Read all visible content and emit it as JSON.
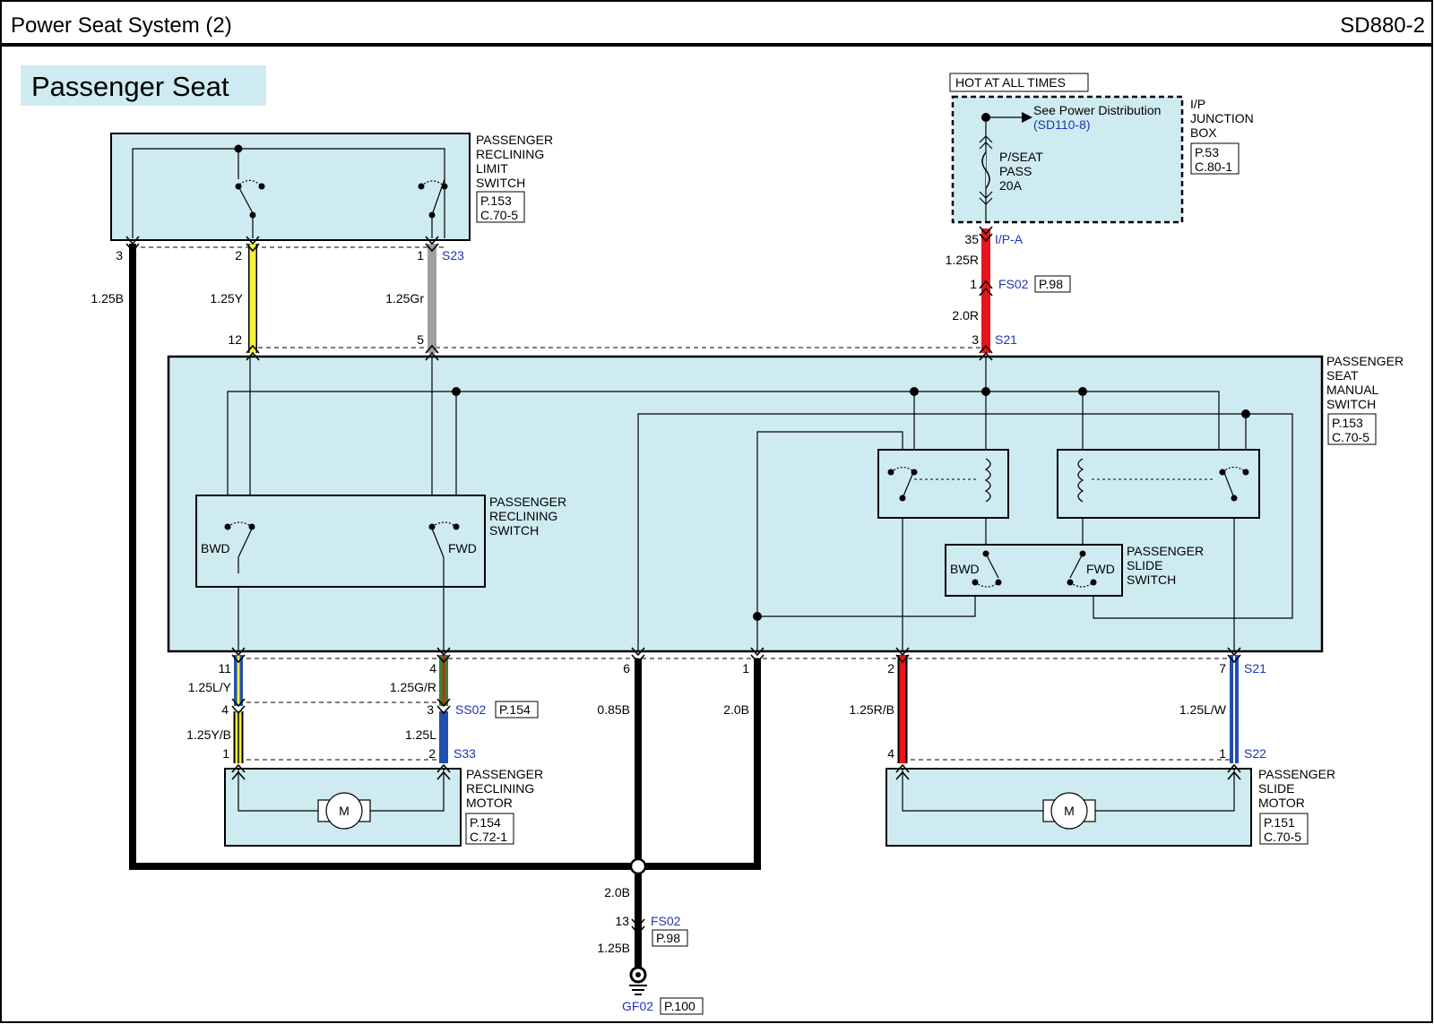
{
  "header": {
    "title": "Power Seat System (2)",
    "code": "SD880-2"
  },
  "section_title": "Passenger Seat",
  "colors": {
    "panel": "#cfebf2",
    "wire_black": "#000000",
    "wire_red": "#e8141c",
    "wire_yellow": "#f5f03a",
    "wire_gray": "#a0a0a0",
    "wire_blue": "#1f4fb0",
    "wire_green": "#2e8a2e",
    "ref_blue": "#1f35b0"
  },
  "components": {
    "limit_switch": {
      "name": [
        "PASSENGER",
        "RECLINING",
        "LIMIT",
        "SWITCH"
      ],
      "refs": [
        "P.153",
        "C.70-5"
      ]
    },
    "junction_box": {
      "name": [
        "I/P",
        "JUNCTION",
        "BOX"
      ],
      "refs": [
        "P.53",
        "C.80-1"
      ],
      "hot_label": "HOT AT ALL TIMES",
      "see_text": "See Power Distribution",
      "see_ref": "(SD110-8)",
      "fuse": [
        "P/SEAT",
        "PASS",
        "20A"
      ]
    },
    "manual_switch": {
      "name": [
        "PASSENGER",
        "SEAT",
        "MANUAL",
        "SWITCH"
      ],
      "refs": [
        "P.153",
        "C.70-5"
      ]
    },
    "reclining_switch": {
      "name": [
        "PASSENGER",
        "RECLINING",
        "SWITCH"
      ],
      "bwd": "BWD",
      "fwd": "FWD"
    },
    "slide_switch": {
      "name": [
        "PASSENGER",
        "SLIDE",
        "SWITCH"
      ],
      "bwd": "BWD",
      "fwd": "FWD"
    },
    "reclining_motor": {
      "name": [
        "PASSENGER",
        "RECLINING",
        "MOTOR"
      ],
      "refs": [
        "P.154",
        "C.72-1"
      ],
      "symbol": "M"
    },
    "slide_motor": {
      "name": [
        "PASSENGER",
        "SLIDE",
        "MOTOR"
      ],
      "refs": [
        "P.151",
        "C.70-5"
      ],
      "symbol": "M"
    }
  },
  "connectors": {
    "s23": "S23",
    "ipa": "I/P-A",
    "fs02_top": "FS02",
    "fs02_top_ref": "P.98",
    "s21_top": "S21",
    "s21_bottom": "S21",
    "ss02": "SS02",
    "ss02_ref": "P.154",
    "s33": "S33",
    "s22": "S22",
    "fs02_bottom": "FS02",
    "fs02_bottom_ref": "P.98",
    "gf02": "GF02",
    "gf02_ref": "P.100"
  },
  "wires": {
    "w_125b_left": "1.25B",
    "w_125y": "1.25Y",
    "w_125gr": "1.25Gr",
    "w_125r": "1.25R",
    "w_20r": "2.0R",
    "w_125ly": "1.25L/Y",
    "w_125yb": "1.25Y/B",
    "w_125gr2": "1.25G/R",
    "w_125l": "1.25L",
    "w_085b": "0.85B",
    "w_20b": "2.0B",
    "w_125rb": "1.25R/B",
    "w_125lw": "1.25L/W",
    "w_20b_gnd": "2.0B",
    "w_125b_gnd": "1.25B"
  },
  "pins": {
    "p3_top": "3",
    "p2_top": "2",
    "p1_top": "1",
    "p35": "35",
    "p1_fs": "1",
    "p12": "12",
    "p5": "5",
    "p3_s21": "3",
    "p11": "11",
    "p4_a": "4",
    "p6": "6",
    "p1_b": "1",
    "p2_b": "2",
    "p7": "7",
    "p4_c": "4",
    "p3_c": "3",
    "p1_m": "1",
    "p2_m": "2",
    "p4_sm": "4",
    "p1_sm": "1",
    "p13": "13"
  }
}
